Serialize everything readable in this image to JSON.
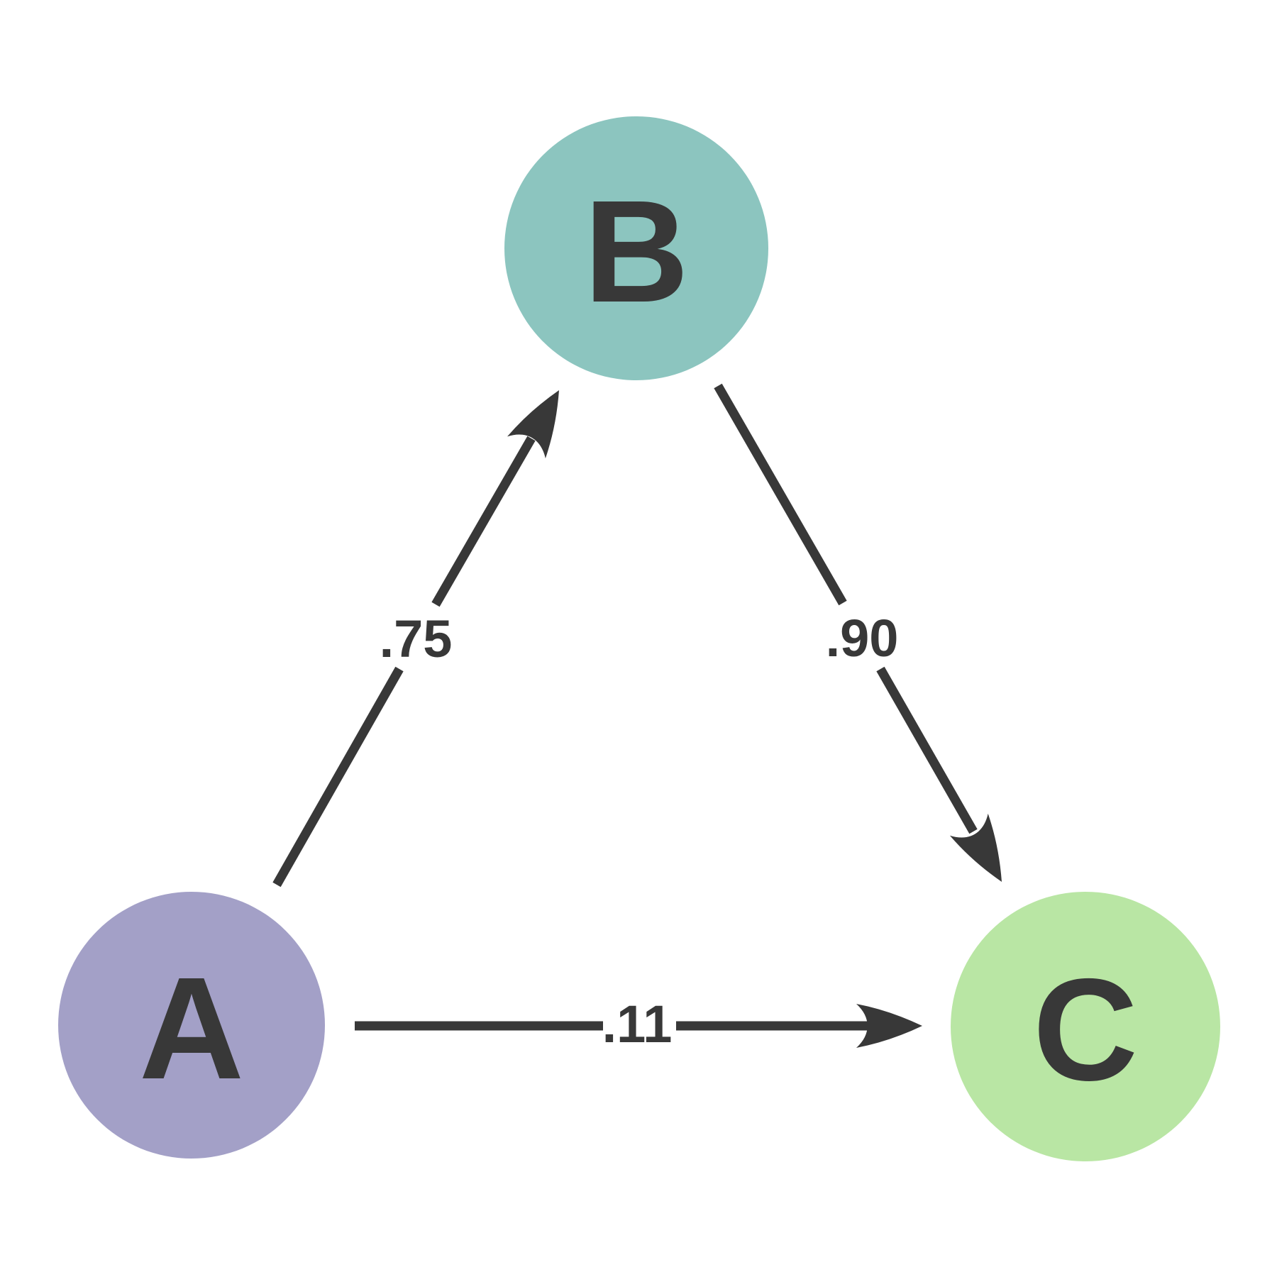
{
  "diagram": {
    "type": "directed-graph",
    "background_color": "#ffffff",
    "edge_color": "#383838",
    "text_color": "#383838"
  },
  "nodes": {
    "a": {
      "label": "A",
      "color": "#a3a0c7"
    },
    "b": {
      "label": "B",
      "color": "#8cc5bf"
    },
    "c": {
      "label": "C",
      "color": "#b9e6a4"
    }
  },
  "edges": {
    "a_to_b": {
      "from": "A",
      "to": "B",
      "weight": ".75"
    },
    "b_to_c": {
      "from": "B",
      "to": "C",
      "weight": ".90"
    },
    "a_to_c": {
      "from": "A",
      "to": "C",
      "weight": ".11"
    }
  }
}
